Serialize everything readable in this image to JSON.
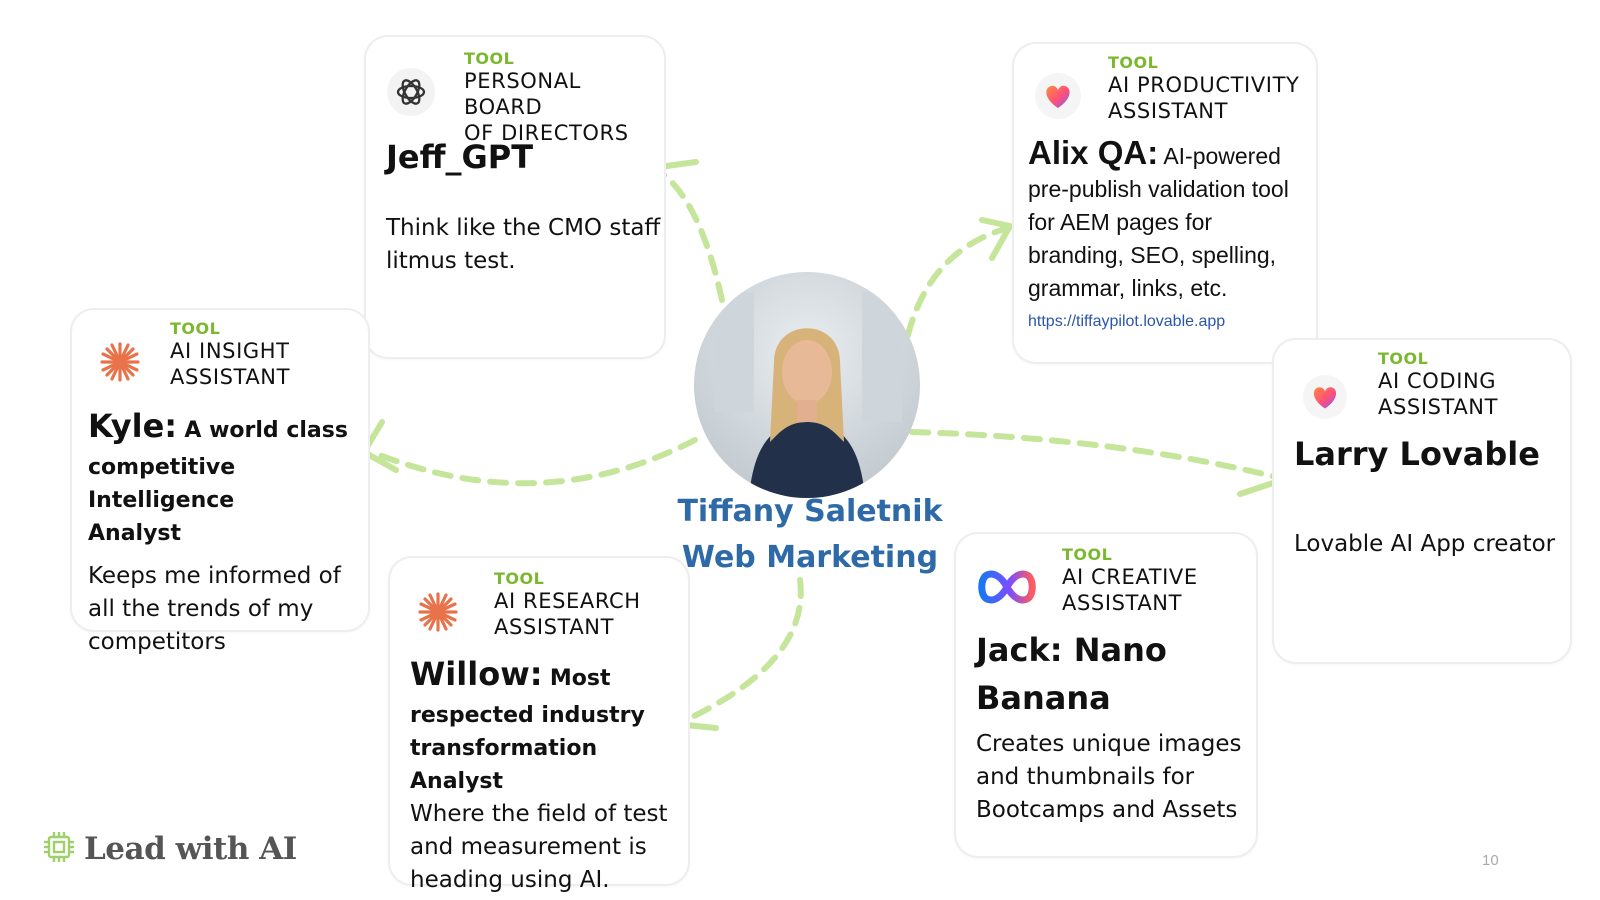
{
  "center": {
    "name": "Tiffany Saletnik",
    "role": "Web Marketing"
  },
  "cards": {
    "jeff": {
      "kicker": "TOOL",
      "category_line1": "PERSONAL BOARD",
      "category_line2": "OF DIRECTORS",
      "title": "Jeff_GPT",
      "desc_line1": "Think like the CMO staff",
      "desc_line2": "litmus test.",
      "icon": "openai-icon"
    },
    "alix": {
      "kicker": "TOOL",
      "category_line1": "AI PRODUCTIVITY",
      "category_line2": "ASSISTANT",
      "name": "Alix QA:",
      "lead": "AI-powered",
      "desc_line1": "pre-publish validation tool",
      "desc_line2": "for AEM pages for",
      "desc_line3": "branding, SEO, spelling,",
      "desc_line4": "grammar, links, etc.",
      "link": "https://tiffaypilot.lovable.app",
      "icon": "lovable-heart-icon"
    },
    "kyle": {
      "kicker": "TOOL",
      "category_line1": "AI INSIGHT",
      "category_line2": "ASSISTANT",
      "name": "Kyle:",
      "lead": "A world class",
      "lead_line2": "competitive Intelligence",
      "lead_line3": "Analyst",
      "desc_line1": "Keeps me informed of",
      "desc_line2": "all the trends of my",
      "desc_line3": "competitors",
      "icon": "claude-sunburst-icon"
    },
    "larry": {
      "kicker": "TOOL",
      "category_line1": "AI CODING",
      "category_line2": "ASSISTANT",
      "title": "Larry Lovable",
      "desc_line1": "Lovable AI App creator",
      "icon": "lovable-heart-icon"
    },
    "willow": {
      "kicker": "TOOL",
      "category_line1": "AI RESEARCH",
      "category_line2": "ASSISTANT",
      "name": "Willow:",
      "lead": "Most",
      "lead_line2": "respected industry",
      "lead_line3": "transformation Analyst",
      "desc_line1": "Where the field of test",
      "desc_line2": "and measurement is",
      "desc_line3": "heading using AI.",
      "icon": "claude-sunburst-icon"
    },
    "jack": {
      "kicker": "TOOL",
      "category_line1": "AI CREATIVE",
      "category_line2": "ASSISTANT",
      "title_line1": "Jack: Nano",
      "title_line2": "Banana",
      "desc_line1": "Creates unique images",
      "desc_line2": "and thumbnails for",
      "desc_line3": "Bootcamps and Assets",
      "icon": "meta-infinity-icon"
    }
  },
  "logo": {
    "text": "Lead with AI",
    "icon": "chip-icon"
  },
  "page_number": "10",
  "colors": {
    "arrow": "#c4e59a",
    "kicker": "#7cb82f",
    "name": "#2e6aa8",
    "link": "#2b55a8"
  }
}
